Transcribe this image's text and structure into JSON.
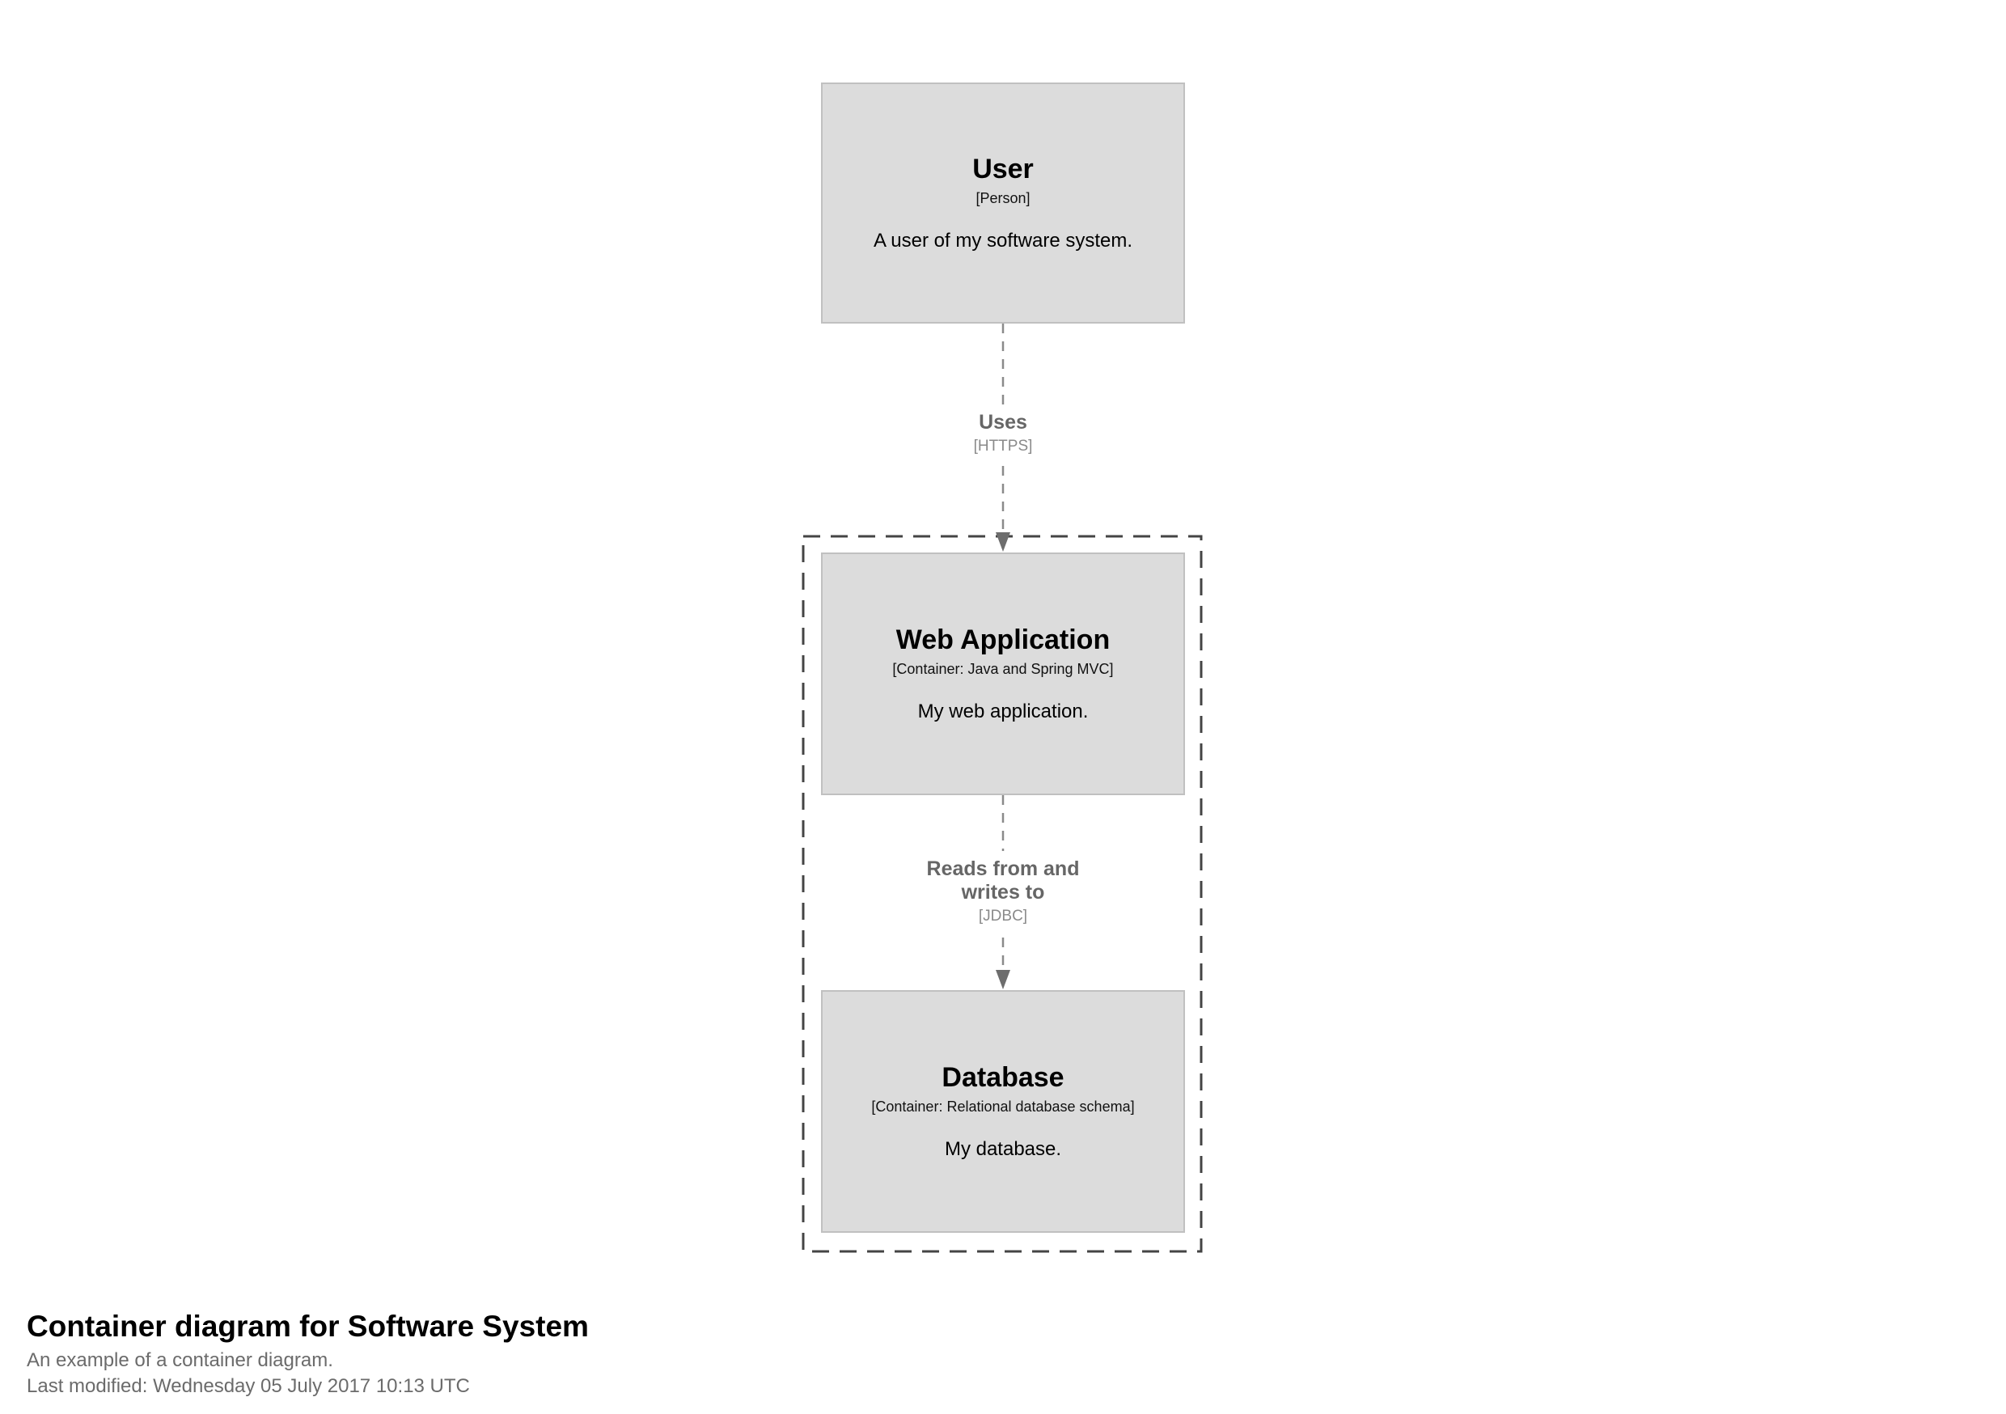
{
  "diagram": {
    "elements": [
      {
        "name": "User",
        "meta": "[Person]",
        "description": "A user of my software system."
      },
      {
        "name": "Web Application",
        "meta": "[Container: Java and Spring MVC]",
        "description": "My web application."
      },
      {
        "name": "Database",
        "meta": "[Container: Relational database schema]",
        "description": "My database."
      }
    ],
    "relationships": [
      {
        "label": "Uses",
        "technology": "[HTTPS]"
      },
      {
        "label": "Reads from and writes to",
        "technology": "[JDBC]"
      }
    ]
  },
  "footer": {
    "title": "Container diagram for Software System",
    "subtitle": "An example of a container diagram.",
    "last_modified": "Last modified: Wednesday 05 July 2017 10:13 UTC"
  },
  "colors": {
    "background": "#ffffff",
    "element_fill": "#dcdcdc",
    "element_border": "#c0c0c0",
    "element_text": "#000000",
    "boundary_border": "#444444",
    "relationship_line": "#8a8a8a",
    "relationship_arrowhead": "#6d6d6d",
    "relationship_label": "#666666",
    "relationship_technology": "#8a8a8a",
    "footer_title": "#000000",
    "footer_text": "#6b6b6b"
  }
}
